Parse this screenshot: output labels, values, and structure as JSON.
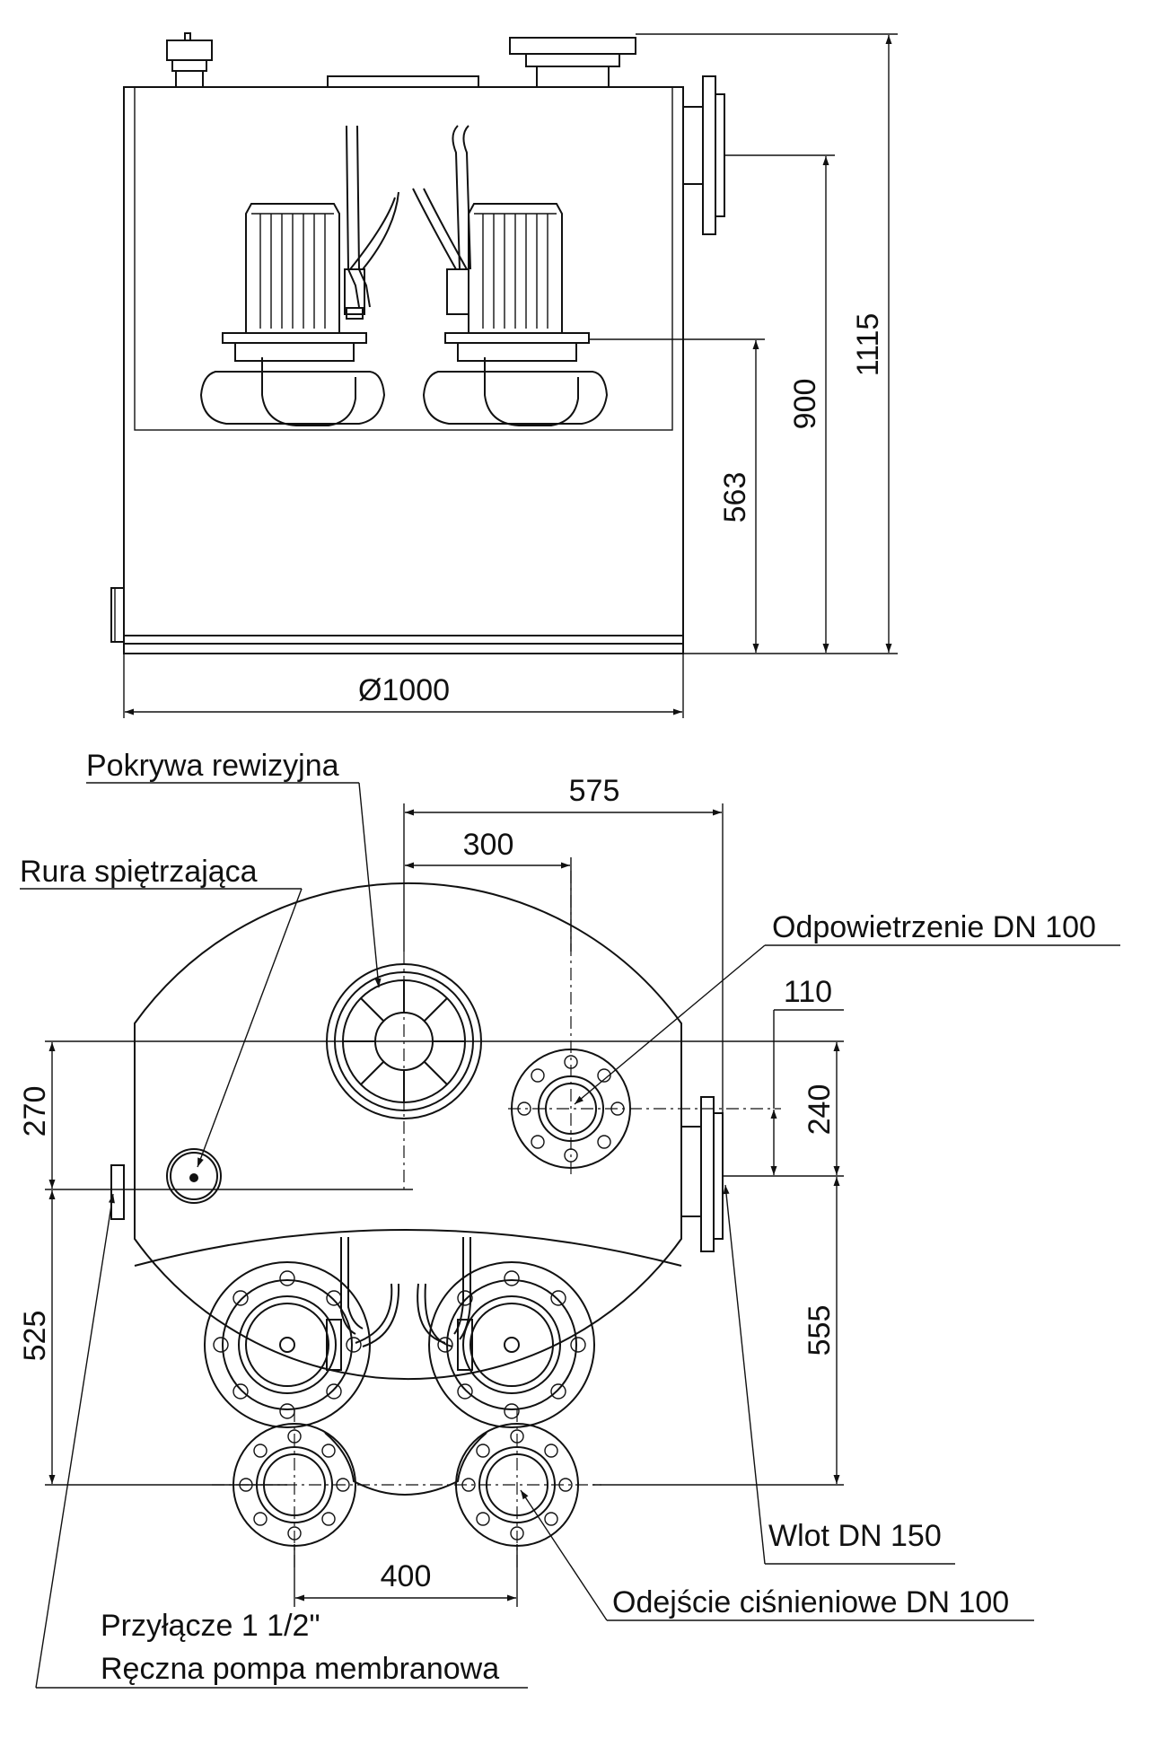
{
  "elevation": {
    "diameter_label": "Ø1000",
    "dim_height_total": "1115",
    "dim_height_outlet": "900",
    "dim_height_inlet": "563"
  },
  "plan": {
    "dims": {
      "d575": "575",
      "d300": "300",
      "d110": "110",
      "d240": "240",
      "d270": "270",
      "d525": "525",
      "d555": "555",
      "d400": "400"
    },
    "labels": {
      "inspection_cover": "Pokrywa rewizyjna",
      "backflow_pipe": "Rura spiętrzająca",
      "vent": "Odpowietrzenie DN 100",
      "inlet": "Wlot DN 150",
      "pressure_outlet": "Odejście ciśnieniowe DN 100",
      "connection_line1": "Przyłącze 1 1/2\"",
      "connection_line2": "Ręczna pompa membranowa"
    }
  }
}
